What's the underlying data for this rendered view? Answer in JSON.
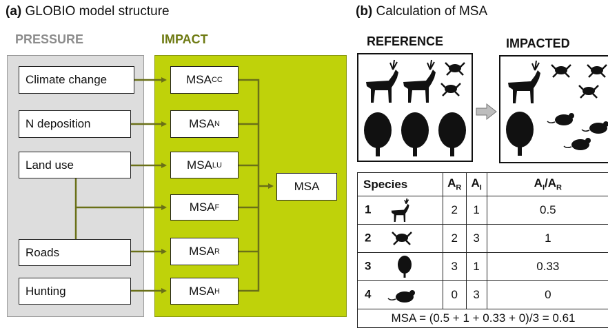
{
  "panel_a": {
    "title_letter": "(a)",
    "title_text": "GLOBIO model structure",
    "pressure_heading": "PRESSURE",
    "impact_heading": "IMPACT",
    "pressures": [
      "Climate change",
      "N deposition",
      "Land use",
      "Roads",
      "Hunting"
    ],
    "impacts": [
      {
        "base": "MSA",
        "sub": "CC"
      },
      {
        "base": "MSA",
        "sub": "N"
      },
      {
        "base": "MSA",
        "sub": "LU"
      },
      {
        "base": "MSA",
        "sub": "F"
      },
      {
        "base": "MSA",
        "sub": "R"
      },
      {
        "base": "MSA",
        "sub": "H"
      }
    ],
    "result": "MSA",
    "colors": {
      "pressure_bg": "#dddddd",
      "pressure_text": "#8c8c8c",
      "impact_bg": "#bfd20a",
      "impact_text": "#6e7a12",
      "arrow": "#6a7018"
    }
  },
  "panel_b": {
    "title_letter": "(b)",
    "title_text": "Calculation of MSA",
    "reference_heading": "REFERENCE",
    "impacted_heading": "IMPACTED",
    "table": {
      "headers": {
        "species": "Species",
        "ar_base": "A",
        "ar_sub": "R",
        "ai_base": "A",
        "ai_sub": "I",
        "ratio_num": "A",
        "ratio_num_sub": "I",
        "ratio_slash": "/",
        "ratio_den": "A",
        "ratio_den_sub": "R"
      },
      "rows": [
        {
          "num": "1",
          "icon": "deer-icon",
          "ar": "2",
          "ai": "1",
          "ratio": "0.5"
        },
        {
          "num": "2",
          "icon": "frog-icon",
          "ar": "2",
          "ai": "3",
          "ratio": "1"
        },
        {
          "num": "3",
          "icon": "tree-icon",
          "ar": "3",
          "ai": "1",
          "ratio": "0.33"
        },
        {
          "num": "4",
          "icon": "mouse-icon",
          "ar": "0",
          "ai": "3",
          "ratio": "0"
        }
      ],
      "formula": "MSA = (0.5 + 1 + 0.33 + 0)/3 = 0.61"
    }
  }
}
